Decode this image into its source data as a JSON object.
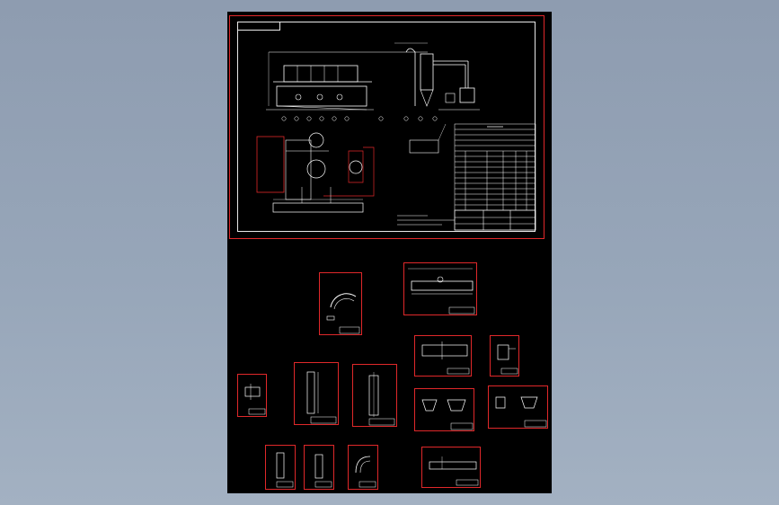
{
  "viewer": {
    "background_top": "#8e9cb0",
    "background_bottom": "#a3b1c2",
    "sheet_color": "#000000",
    "frame_color": "#e0282a",
    "line_color": "#ffffff"
  },
  "main_drawing": {
    "kind": "assembly-drawing",
    "has_title_block": true,
    "has_parts_list": true,
    "has_technical_notes": true
  },
  "detail_drawings": [
    {
      "id": "arc-part",
      "kind": "part-drawing"
    },
    {
      "id": "beam-assembly",
      "kind": "part-drawing"
    },
    {
      "id": "frame-part-a",
      "kind": "part-drawing"
    },
    {
      "id": "bracket-part",
      "kind": "part-drawing"
    },
    {
      "id": "small-bracket",
      "kind": "part-drawing"
    },
    {
      "id": "shaft-part-a",
      "kind": "part-drawing"
    },
    {
      "id": "shaft-part-b",
      "kind": "part-drawing"
    },
    {
      "id": "hopper-part",
      "kind": "part-drawing"
    },
    {
      "id": "housing-part",
      "kind": "part-drawing"
    },
    {
      "id": "pin-part-a",
      "kind": "part-drawing"
    },
    {
      "id": "pin-part-b",
      "kind": "part-drawing"
    },
    {
      "id": "elbow-part",
      "kind": "part-drawing"
    },
    {
      "id": "beam-part-b",
      "kind": "part-drawing"
    }
  ]
}
